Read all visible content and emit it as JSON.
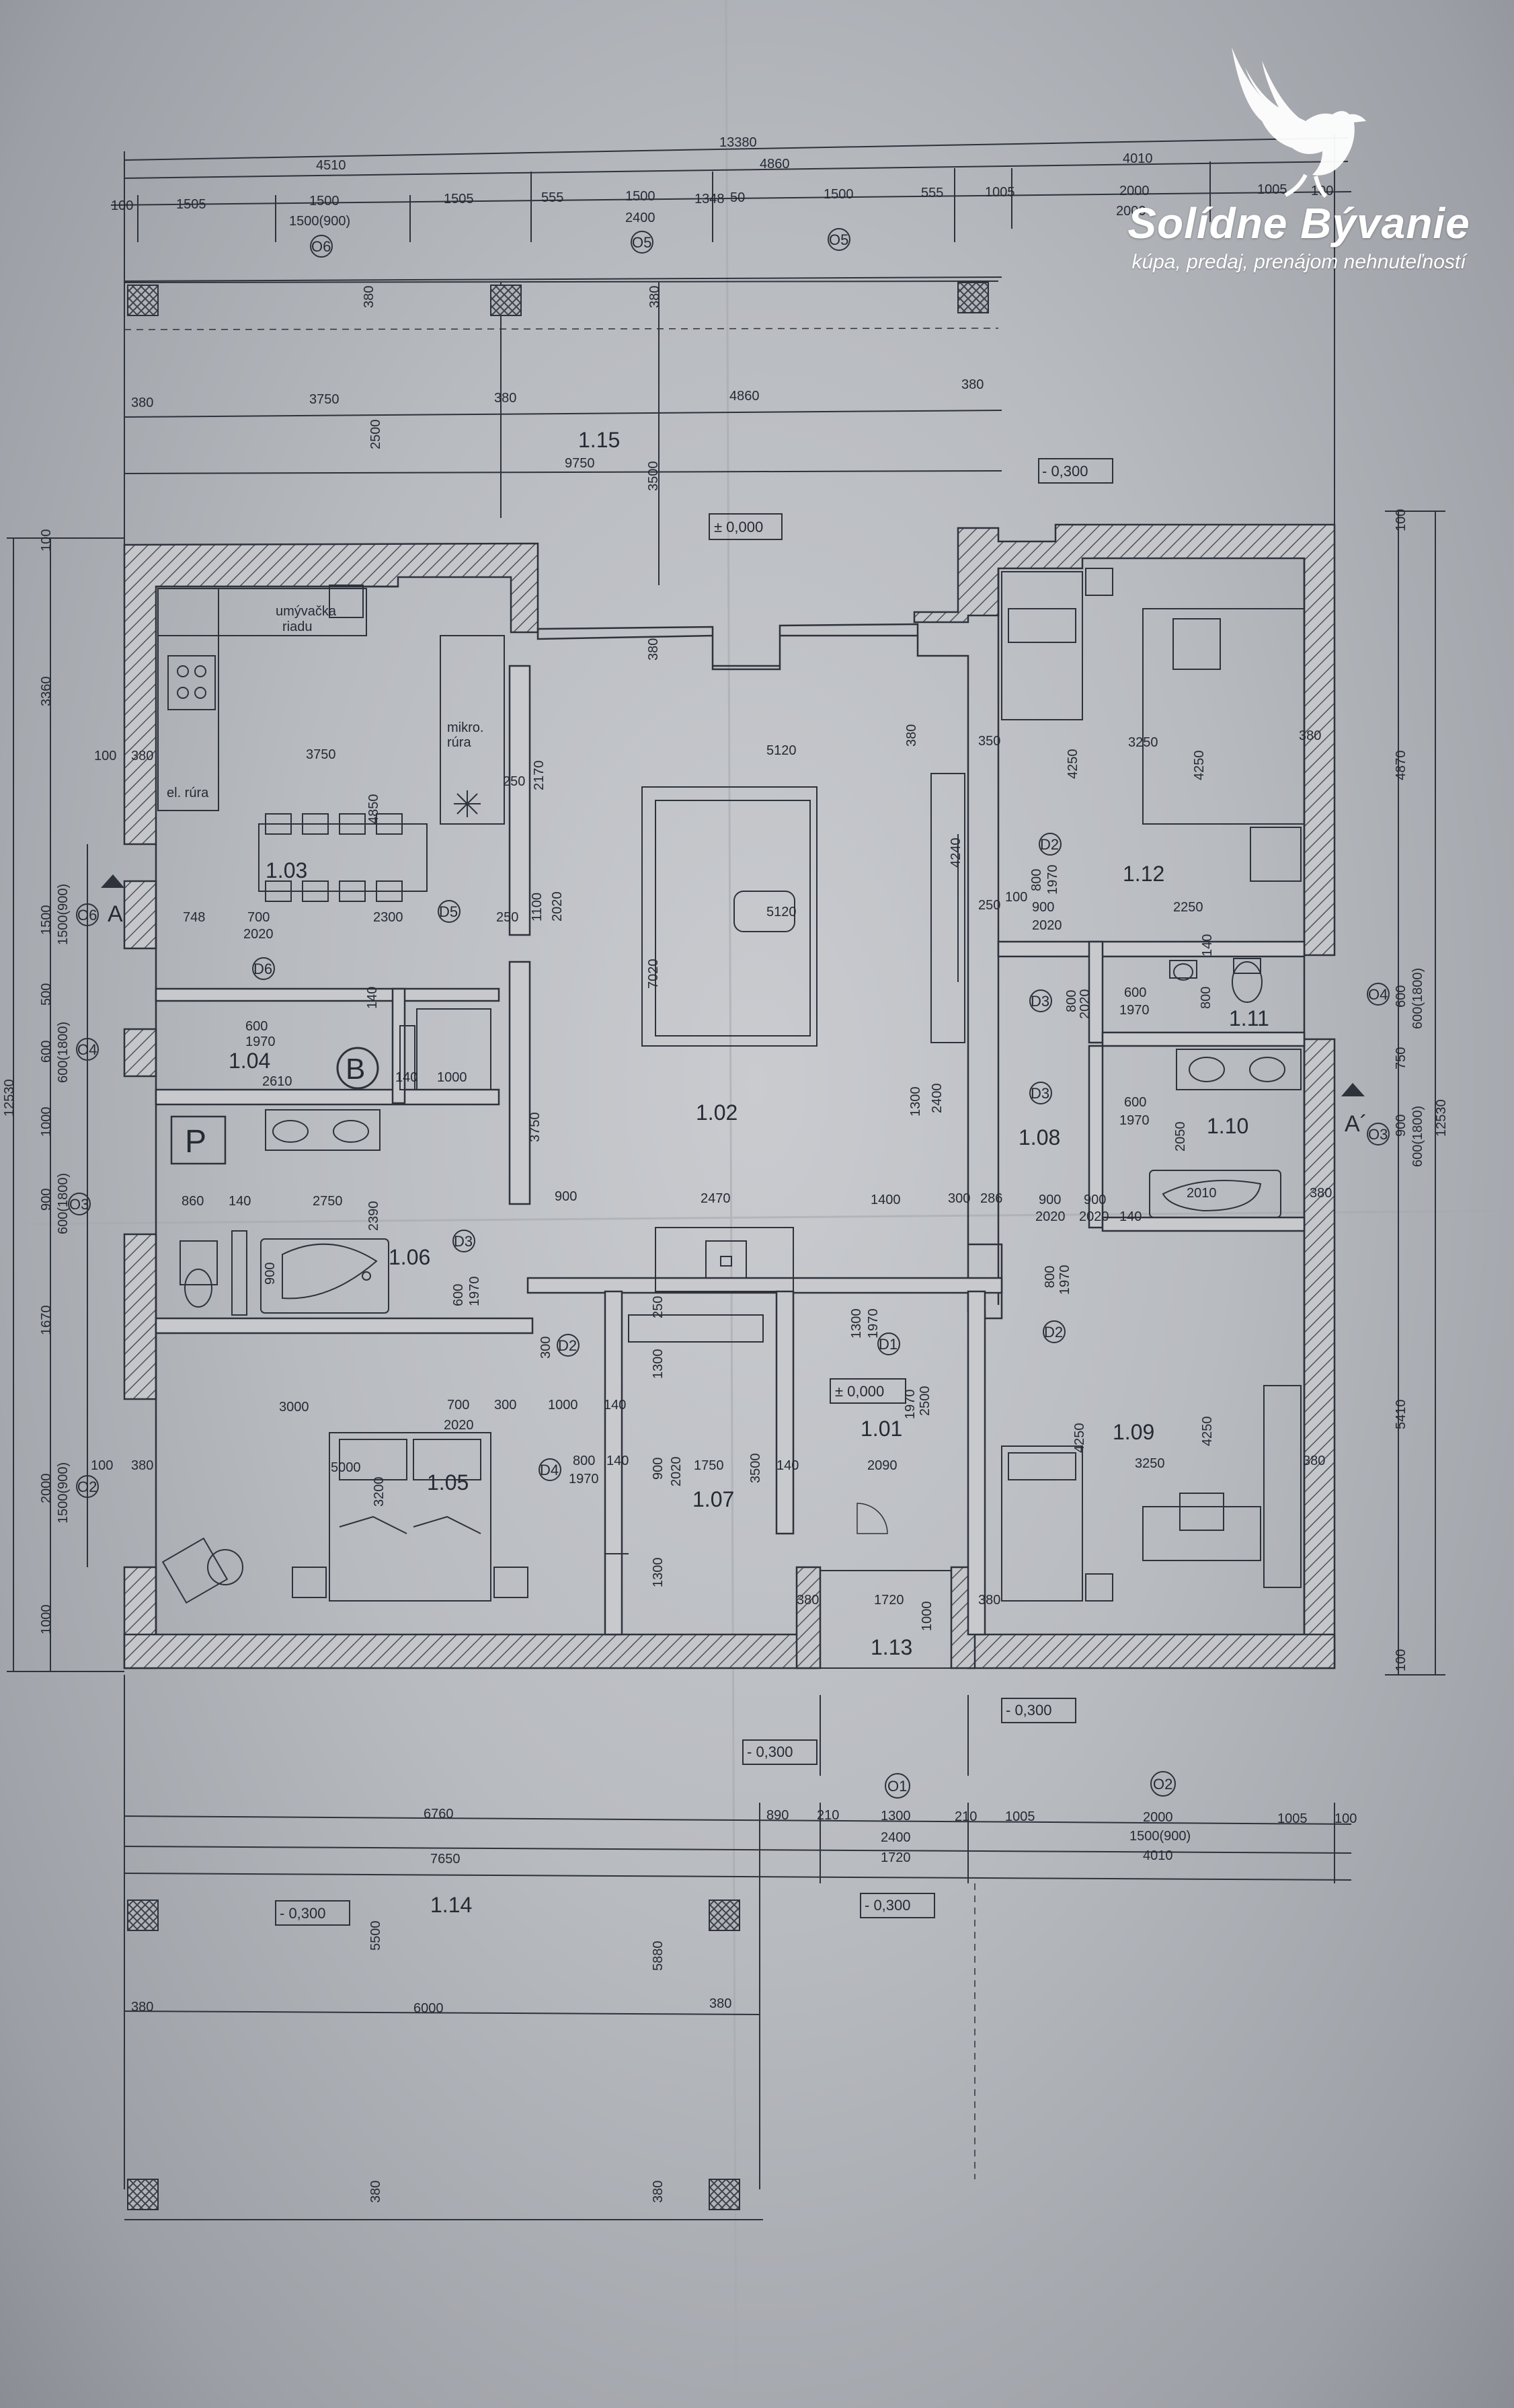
{
  "brand": {
    "name": "Solídne Bývanie",
    "tagline": "kúpa, predaj, prenájom nehnuteľností",
    "icon": "eagle-icon",
    "color": "#ffffff"
  },
  "colors": {
    "line": "#2e323b",
    "wall_hatch": "#5a5e66",
    "paper": "#bfc2c6"
  },
  "rooms": [
    {
      "id": "1.01",
      "label": "1.01"
    },
    {
      "id": "1.02",
      "label": "1.02"
    },
    {
      "id": "1.03",
      "label": "1.03"
    },
    {
      "id": "1.04",
      "label": "1.04"
    },
    {
      "id": "1.05",
      "label": "1.05"
    },
    {
      "id": "1.06",
      "label": "1.06"
    },
    {
      "id": "1.07",
      "label": "1.07"
    },
    {
      "id": "1.08",
      "label": "1.08"
    },
    {
      "id": "1.09",
      "label": "1.09"
    },
    {
      "id": "1.10",
      "label": "1.10"
    },
    {
      "id": "1.11",
      "label": "1.11"
    },
    {
      "id": "1.12",
      "label": "1.12"
    },
    {
      "id": "1.13",
      "label": "1.13"
    },
    {
      "id": "1.14",
      "label": "1.14"
    },
    {
      "id": "1.15",
      "label": "1.15"
    }
  ],
  "levels": {
    "zero": "± 0,000",
    "zero_entry": "± 0,000",
    "minus": "- 0,300"
  },
  "markers": {
    "P": "P",
    "B": "B",
    "section_a": "A",
    "section_a2": "A´"
  },
  "fixtures": {
    "umyvacka_1": "umývačka",
    "umyvacka_2": "riadu",
    "mikro_1": "mikro.",
    "mikro_2": "rúra",
    "el_rura": "el. rúra"
  },
  "tags": {
    "O1": "O1",
    "O2": "O2",
    "O3": "O3",
    "O4": "O4",
    "O5": "O5",
    "O6": "O6",
    "D1": "D1",
    "D2": "D2",
    "D3": "D3",
    "D4": "D4",
    "D5": "D5",
    "D6": "D6"
  },
  "dims": {
    "top_total": "13380",
    "top_a": "4510",
    "top_b": "4860",
    "top_c": "4010",
    "top_r1": [
      "100",
      "1505",
      "1500",
      "1505",
      "555",
      "1500",
      "1348",
      "50",
      "1500",
      "555",
      "1005",
      "2000",
      "1005",
      "100"
    ],
    "w_1500_900": "1500(900)",
    "w_2400": "2400",
    "w_2000": "2000",
    "bot_r1": [
      "6760",
      "890",
      "210",
      "1300",
      "210",
      "1005",
      "2000",
      "1005",
      "100"
    ],
    "bot_2400": "2400",
    "bot_1500_900": "1500(900)",
    "bot_7650": "7650",
    "bot_1720": "1720",
    "bot_4010": "4010",
    "p380": "380",
    "p3750": "3750",
    "p4860": "4860",
    "p9750": "9750",
    "p2500": "2500",
    "p3500": "3500",
    "p6000": "6000",
    "p5500": "5500",
    "p5880": "5880",
    "left_12530": "12530",
    "left_3360": "3360",
    "left_1500": "1500",
    "left_1500_900": "1500(900)",
    "left_500": "500",
    "left_600": "600",
    "left_600_1800": "600(1800)",
    "left_1000": "1000",
    "left_900": "900",
    "left_1670": "1670",
    "left_2000": "2000",
    "left_100": "100",
    "right_4870": "4870",
    "right_5410": "5410",
    "right_12530": "12530",
    "right_600": "600",
    "right_750": "750",
    "right_900": "900",
    "right_100": "100",
    "right_600_1800": "600(1800)",
    "k_3750": "3750",
    "k_4850": "4850",
    "k_748": "748",
    "k_700": "700",
    "k_2020": "2020",
    "k_2300": "2300",
    "k_250": "250",
    "k_1100": "1100",
    "k_2170": "2170",
    "l_5120": "5120",
    "l_5120b": "5120",
    "l_7020": "7020",
    "l_4240": "4240",
    "l_1300": "1300",
    "l_2400": "2400",
    "l_900": "900",
    "l_2470": "2470",
    "l_1400": "1400",
    "l_300": "300",
    "l_286": "286",
    "r12_3250": "3250",
    "r12_4250": "4250",
    "r12_2250": "2250",
    "r12_800": "800",
    "r12_1970": "1970",
    "r12_900": "900",
    "r12_100": "100",
    "r12_250": "250",
    "r12_350": "350",
    "r11_600": "600",
    "r11_1970": "1970",
    "r11_800": "800",
    "r10_2050": "2050",
    "r10_2010": "2010",
    "r10_140": "140",
    "r9_3250": "3250",
    "r9_4250": "4250",
    "r9_800": "800",
    "r9_1970": "1970",
    "r4_600": "600",
    "r4_1970": "1970",
    "r4_2610": "2610",
    "r4_1000": "1000",
    "r4_140": "140",
    "r6_860": "860",
    "r6_140": "140",
    "r6_2750": "2750",
    "r6_2390": "2390",
    "r6_900": "900",
    "r6_600": "600",
    "r6_1970": "1970",
    "r5_3000": "3000",
    "r5_700": "700",
    "r5_300": "300",
    "r5_1000": "1000",
    "r5_140": "140",
    "r5_2020": "2020",
    "r5_5000": "5000",
    "r5_3200": "3200",
    "r7_800": "800",
    "r7_1970": "1970",
    "r7_1750": "1750",
    "r7_3500": "3500",
    "r7_1300": "1300",
    "r7_900": "900",
    "r7_2020": "2020",
    "r1_2090": "2090",
    "r1_2500": "2500",
    "r1_1720": "1720",
    "r1_1000": "1000",
    "r1_1300": "1300",
    "r1_1970": "1970"
  }
}
